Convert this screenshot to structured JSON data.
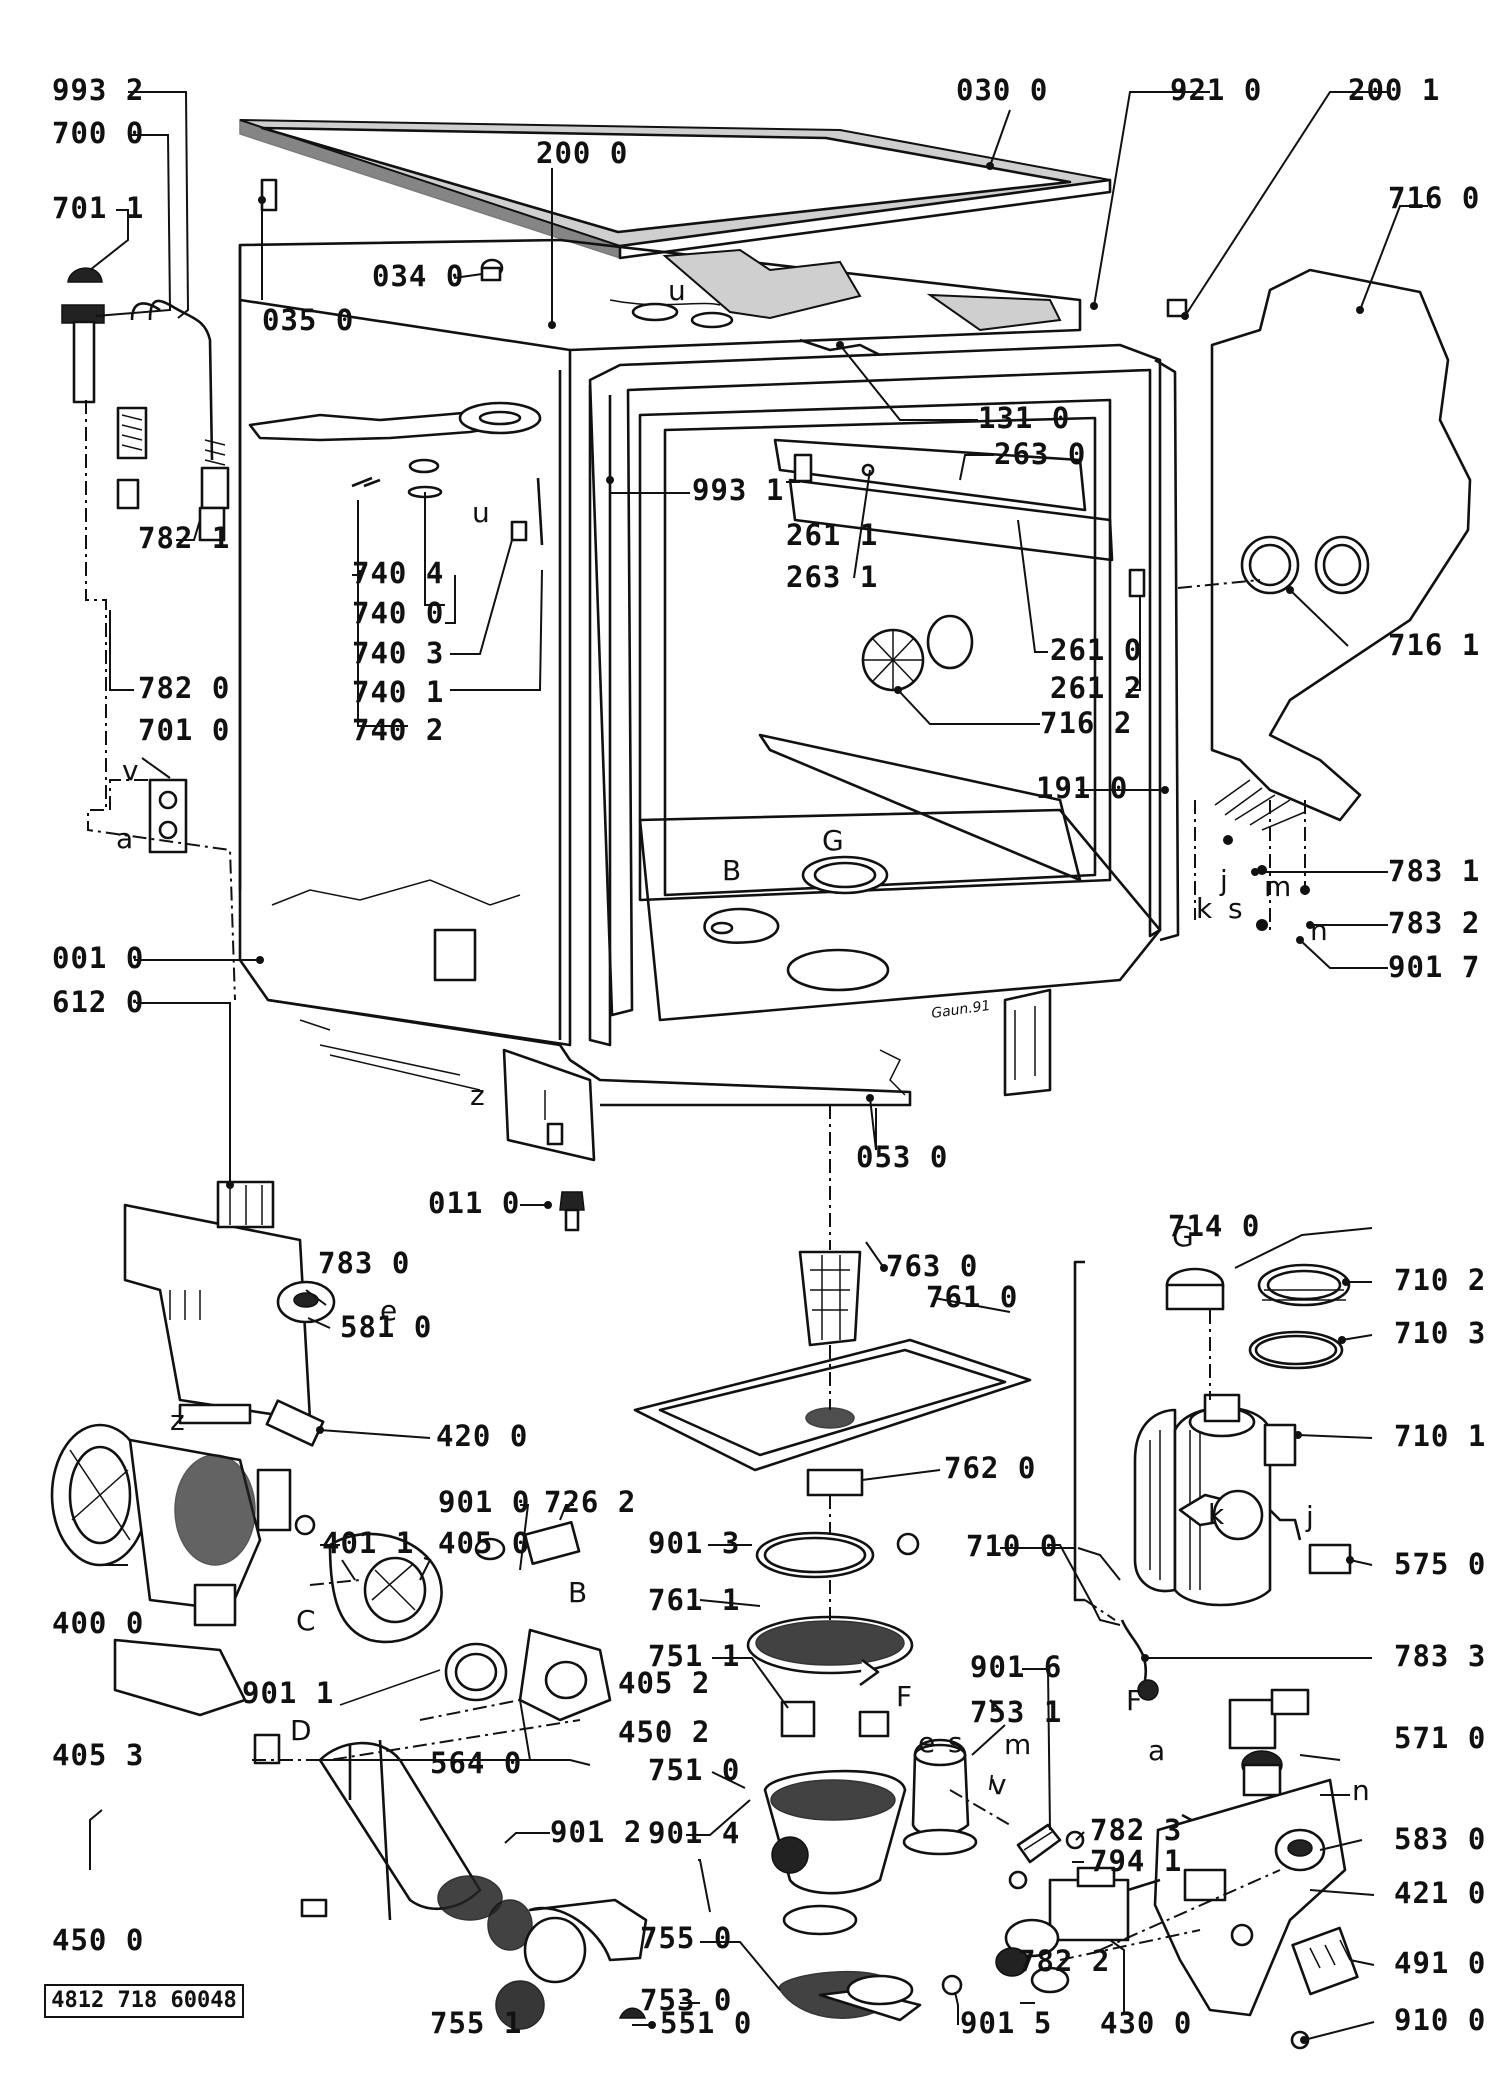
{
  "document_number": "4812 718 60048",
  "drawing_signature": "Gaun.91",
  "part_labels": [
    "993 2",
    "700 0",
    "701 1",
    "782 1",
    "782 0",
    "701 0",
    "035 0",
    "034 0",
    "200 0",
    "030 0",
    "921 0",
    "200 1",
    "716 0",
    "131 0",
    "263 0",
    "993 1",
    "261 1",
    "263 1",
    "740 4",
    "740 0",
    "740 3",
    "740 1",
    "740 2",
    "261 0",
    "261 2",
    "716 1",
    "716 2",
    "191 0",
    "783 1",
    "783 2",
    "901 7",
    "001 0",
    "612 0",
    "053 0",
    "011 0",
    "783 0",
    "581 0",
    "420 0",
    "901 0",
    "726 2",
    "405 0",
    "401 1",
    "400 0",
    "901 3",
    "761 1",
    "751 1",
    "405 2",
    "450 2",
    "901 1",
    "405 3",
    "564 0",
    "751 0",
    "901 4",
    "901 2",
    "450 0",
    "755 0",
    "753 0",
    "755 1",
    "551 0",
    "763 0",
    "761 0",
    "762 0",
    "714 0",
    "710 2",
    "710 3",
    "710 1",
    "710 0",
    "575 0",
    "783 3",
    "901 6",
    "753 1",
    "571 0",
    "782 3",
    "794 1",
    "583 0",
    "421 0",
    "782 2",
    "430 0",
    "901 5",
    "491 0",
    "910 0"
  ],
  "reference_letters": [
    "u",
    "u",
    "v",
    "a",
    "G",
    "B",
    "z",
    "k",
    "j",
    "s",
    "m",
    "n",
    "e",
    "C",
    "D",
    "B",
    "F",
    "e",
    "s",
    "m",
    "v",
    "a",
    "n",
    "G",
    "k",
    "j",
    "F",
    "z"
  ]
}
